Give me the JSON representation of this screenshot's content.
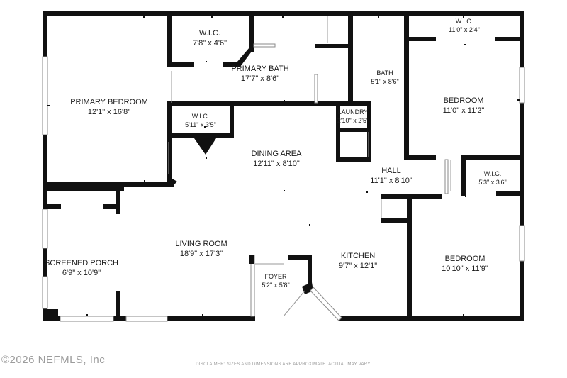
{
  "rooms": {
    "primary_bedroom": {
      "name": "PRIMARY BEDROOM",
      "dims": "12'1\" x 16'8\""
    },
    "wic_primary_top": {
      "name": "W.I.C.",
      "dims": "7'8\" x 4'6\""
    },
    "primary_bath": {
      "name": "PRIMARY BATH",
      "dims": "17'7\" x 8'6\""
    },
    "wic_primary_small": {
      "name": "W.I.C.",
      "dims": "5'11\" x 3'5\""
    },
    "bath": {
      "name": "BATH",
      "dims": "5'1\" x 8'6\""
    },
    "laundry": {
      "name": "LAUNDRY",
      "dims": "2'10\" x 2'5\""
    },
    "wic_top_right": {
      "name": "W.I.C.",
      "dims": "11'0\" x 2'4\""
    },
    "bedroom_top": {
      "name": "BEDROOM",
      "dims": "11'0\" x 11'2\""
    },
    "dining_area": {
      "name": "DINING AREA",
      "dims": "12'11\" x 8'10\""
    },
    "hall": {
      "name": "HALL",
      "dims": "11'1\" x 8'10\""
    },
    "wic_hall": {
      "name": "W.I.C.",
      "dims": "5'3\" x 3'6\""
    },
    "living_room": {
      "name": "LIVING ROOM",
      "dims": "18'9\" x 17'3\""
    },
    "screened_porch": {
      "name": "SCREENED PORCH",
      "dims": "6'9\" x 10'9\""
    },
    "foyer": {
      "name": "FOYER",
      "dims": "5'2\" x 5'8\""
    },
    "kitchen": {
      "name": "KITCHEN",
      "dims": "9'7\" x 12'1\""
    },
    "bedroom_bottom": {
      "name": "BEDROOM",
      "dims": "10'10\" x 11'9\""
    }
  },
  "footer": {
    "watermark": "©2026 NEFMLS, Inc",
    "disclaimer": "DISCLAIMER: SIZES AND DIMENSIONS ARE APPROXIMATE. ACTUAL MAY VARY."
  }
}
